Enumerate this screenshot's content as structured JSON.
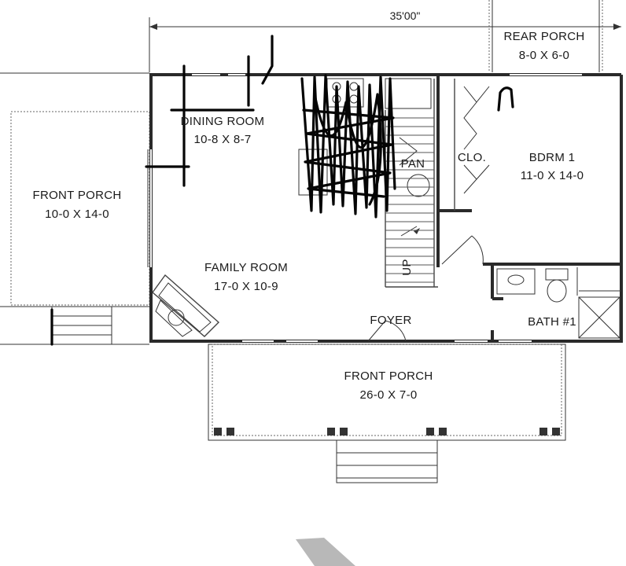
{
  "dimension": {
    "overall_width": "35'00\""
  },
  "rooms": {
    "rear_porch": {
      "name": "REAR PORCH",
      "size": "8-0 X 6-0"
    },
    "dining_room": {
      "name": "DINING ROOM",
      "size": "10-8 X 8-7"
    },
    "pantry": {
      "name": "PAN"
    },
    "closet": {
      "name": "CLO."
    },
    "bedroom_1": {
      "name": "BDRM 1",
      "size": "11-0 X 14-0"
    },
    "front_porch_side": {
      "name": "FRONT PORCH",
      "size": "10-0 X 14-0"
    },
    "family_room": {
      "name": "FAMILY ROOM",
      "size": "17-0 X 10-9"
    },
    "stairs": {
      "name": "UP"
    },
    "foyer": {
      "name": "FOYER"
    },
    "bath_1": {
      "name": "BATH #1"
    },
    "front_porch_main": {
      "name": "FRONT PORCH",
      "size": "26-0 X 7-0"
    }
  },
  "colors": {
    "wall": "#2a2a2a",
    "line": "#333333",
    "scribble": "#050505",
    "background": "#ffffff",
    "shape": "#b8b8b8"
  }
}
